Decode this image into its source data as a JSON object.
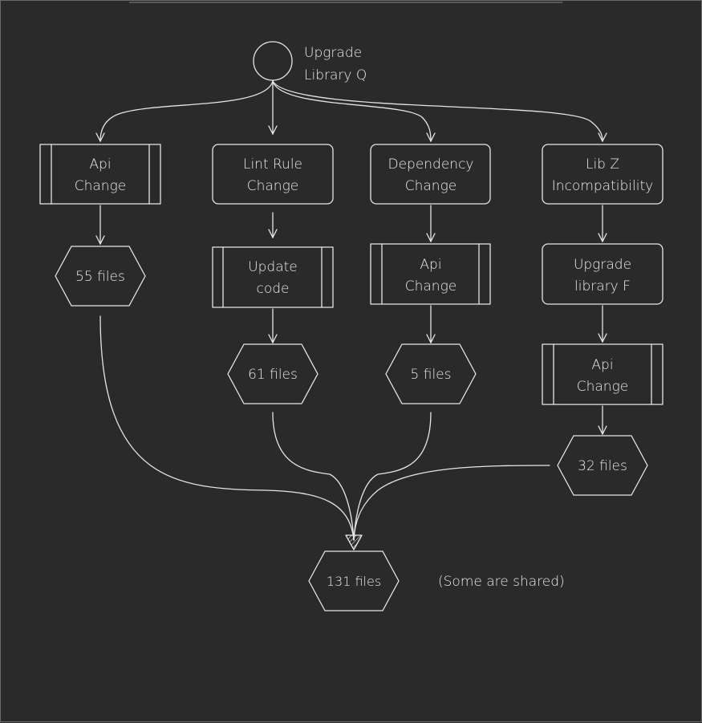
{
  "colors": {
    "background": "#2a2a2a",
    "stroke": "#e6e6e6",
    "text": "#eaeaea"
  },
  "start": {
    "line1": "Upgrade",
    "line2": "Library Q"
  },
  "branches": {
    "api_change": {
      "line1": "Api",
      "line2": "Change",
      "count": "55 files"
    },
    "lint": {
      "line1": "Lint Rule",
      "line2": "Change",
      "step_line1": "Update",
      "step_line2": "code",
      "count": "61 files"
    },
    "dependency": {
      "line1": "Dependency",
      "line2": "Change",
      "step_line1": "Api",
      "step_line2": "Change",
      "count": "5 files"
    },
    "libz": {
      "line1": "Lib Z",
      "line2": "Incompatibility",
      "step1_line1": "Upgrade",
      "step1_line2": "library F",
      "step2_line1": "Api",
      "step2_line2": "Change",
      "count": "32 files"
    }
  },
  "total": {
    "count": "131 files",
    "note": "(Some are shared)"
  }
}
